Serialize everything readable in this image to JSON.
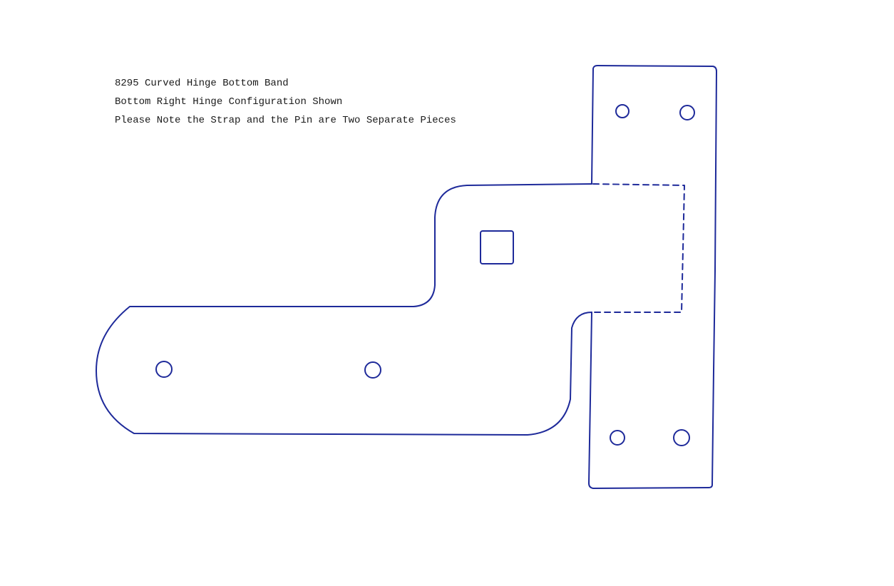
{
  "caption": {
    "line1": "8295 Curved Hinge Bottom Band",
    "line2": "Bottom Right Hinge Configuration Shown",
    "line3": "Please Note the Strap and the Pin are Two Separate Pieces"
  },
  "drawing": {
    "ink_color": "#1e2a9a",
    "strap_holes": 2,
    "pin_plate_holes": 4,
    "square_holes": 1
  }
}
